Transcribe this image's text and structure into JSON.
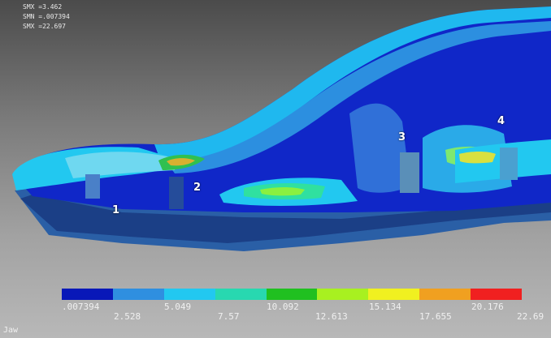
{
  "header": {
    "line1": "SMX =3.462",
    "line2": "SMN =.007394",
    "line3": "SMX =22.697"
  },
  "markers": [
    "1",
    "2",
    "3",
    "4"
  ],
  "legend": {
    "colors": [
      "#0818b8",
      "#2f8fe0",
      "#22c8f0",
      "#28d8b0",
      "#20c020",
      "#a8f020",
      "#f0f020",
      "#f0a020",
      "#f02020"
    ],
    "ticks_top": [
      ".007394",
      "5.049",
      "10.092",
      "15.134",
      "20.176"
    ],
    "ticks_bottom": [
      "2.528",
      "7.57",
      "12.613",
      "17.655",
      "22.69"
    ]
  },
  "view_label": "Jaw"
}
